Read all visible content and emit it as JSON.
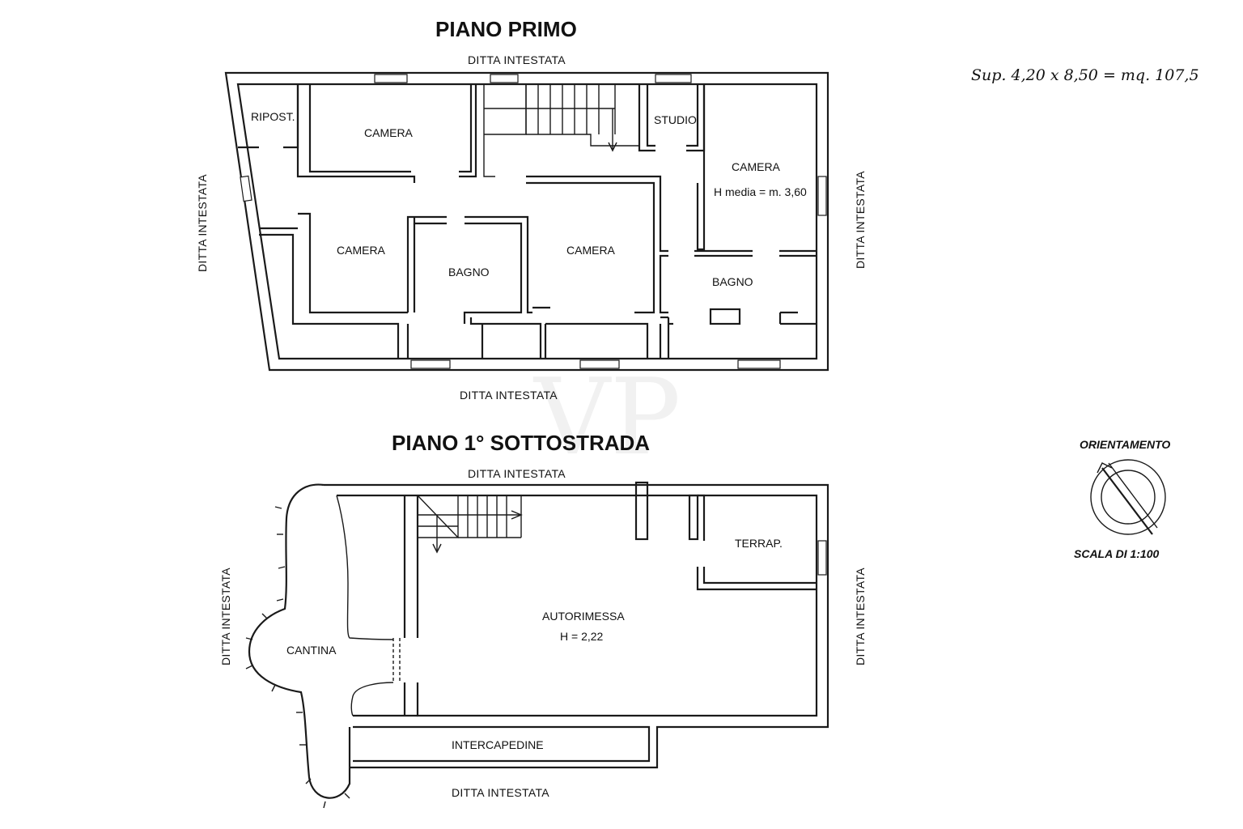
{
  "titles": {
    "first_floor": "PIANO PRIMO",
    "basement": "PIANO 1° SOTTOSTRADA"
  },
  "boundary_label": "DITTA INTESTATA",
  "surface_note": "Sup. 4,20 x 8,50 = mq. 107,5",
  "orientation": {
    "label": "ORIENTAMENTO",
    "scale": "SCALA DI 1:100"
  },
  "watermark": "VP",
  "first_floor_rooms": {
    "ripost": "RIPOST.",
    "camera_top": "CAMERA",
    "studio": "STUDIO",
    "camera_right": "CAMERA",
    "camera_right_height": "H media = m. 3,60",
    "camera_left": "CAMERA",
    "bagno_center": "BAGNO",
    "camera_center": "CAMERA",
    "bagno_right": "BAGNO"
  },
  "basement_rooms": {
    "terrap": "TERRAP.",
    "autorimessa": "AUTORIMESSA",
    "autorimessa_height": "H = 2,22",
    "cantina": "CANTINA",
    "intercapedine": "INTERCAPEDINE"
  }
}
